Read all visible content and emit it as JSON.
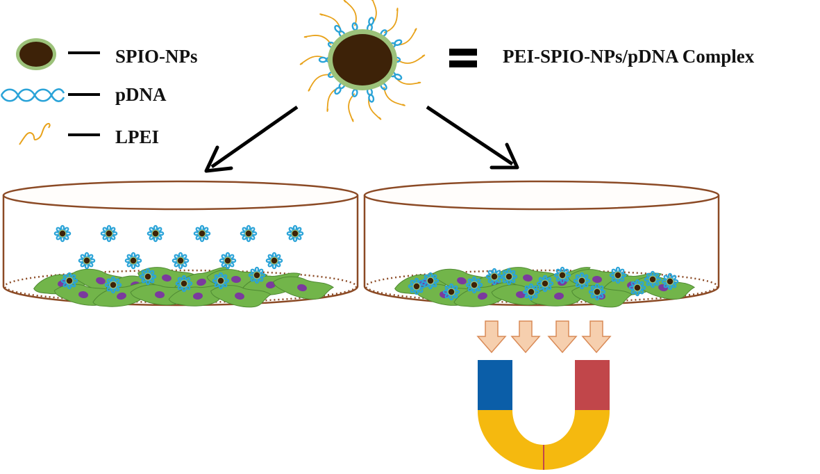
{
  "legend": {
    "items": [
      {
        "label": "SPIO-NPs",
        "icon": "nanoparticle-icon"
      },
      {
        "label": "pDNA",
        "icon": "dna-loop-icon"
      },
      {
        "label": "LPEI",
        "icon": "polymer-strand-icon"
      }
    ]
  },
  "complex": {
    "label": "PEI-SPIO-NPs/pDNA Complex",
    "equals_icon": "equals-sign-icon"
  },
  "dishes": [
    {
      "name": "without-magnet",
      "free_complexes": 11,
      "bound_complexes": 6,
      "cells": 13
    },
    {
      "name": "with-magnet",
      "free_complexes": 0,
      "bound_complexes": 15,
      "cells": 13
    }
  ],
  "magnet": {
    "icon": "horseshoe-magnet-icon",
    "field_arrows": 4
  },
  "colors": {
    "core": "#3d2208",
    "shell": "#9cc27a",
    "dna": "#2aa3d8",
    "lpei": "#e8a21a",
    "dish": "#8b4a25",
    "cell": "#72b54a",
    "nucleus": "#7b3a9e",
    "magnet_yellow": "#f5b90f",
    "magnet_blue": "#0b5ea8",
    "magnet_red": "#c1464a",
    "field_arrow": "#f6cfae"
  }
}
